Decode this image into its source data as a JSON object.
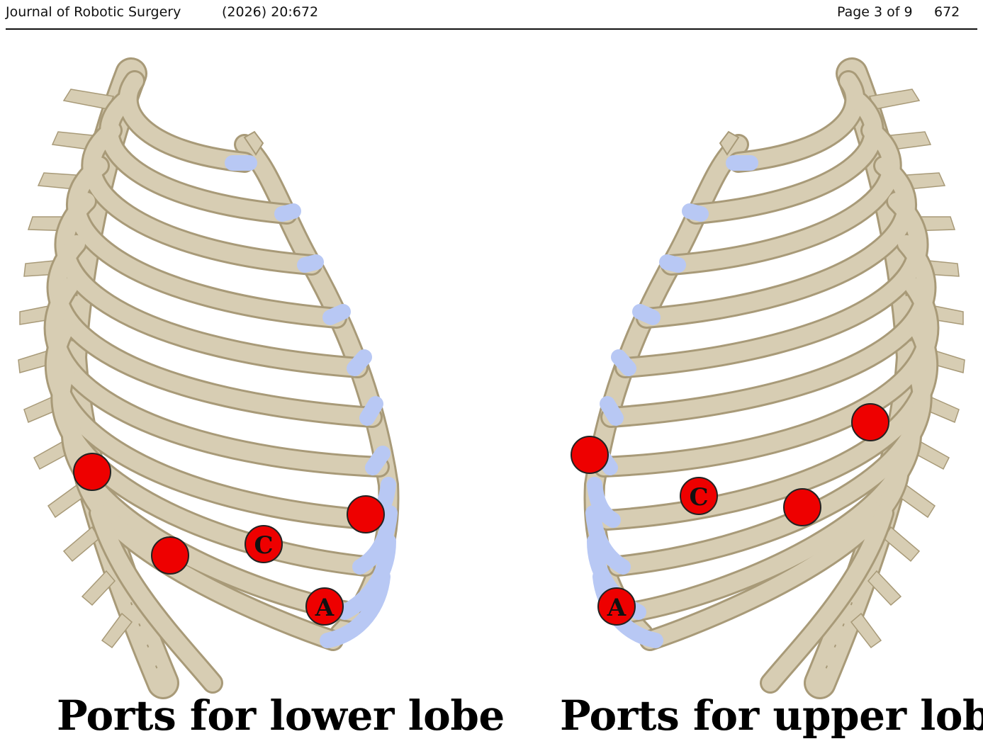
{
  "header": {
    "journal": "Journal of Robotic Surgery",
    "citation": "(2026) 20:672",
    "page": "Page 3 of 9",
    "article_number": "672"
  },
  "colors": {
    "bone": "#d7cdb3",
    "bone_outline": "#a89a78",
    "cartilage": "#b8c8f4",
    "port": "#ee0000",
    "port_outline": "#222222"
  },
  "figure": {
    "panels": [
      {
        "caption": "Ports for lower lobe",
        "ports": [
          {
            "label": ""
          },
          {
            "label": ""
          },
          {
            "label": "C"
          },
          {
            "label": ""
          },
          {
            "label": "A"
          }
        ]
      },
      {
        "caption": "Ports for upper lobe",
        "ports": [
          {
            "label": ""
          },
          {
            "label": ""
          },
          {
            "label": "C"
          },
          {
            "label": ""
          },
          {
            "label": "A"
          }
        ]
      }
    ]
  }
}
